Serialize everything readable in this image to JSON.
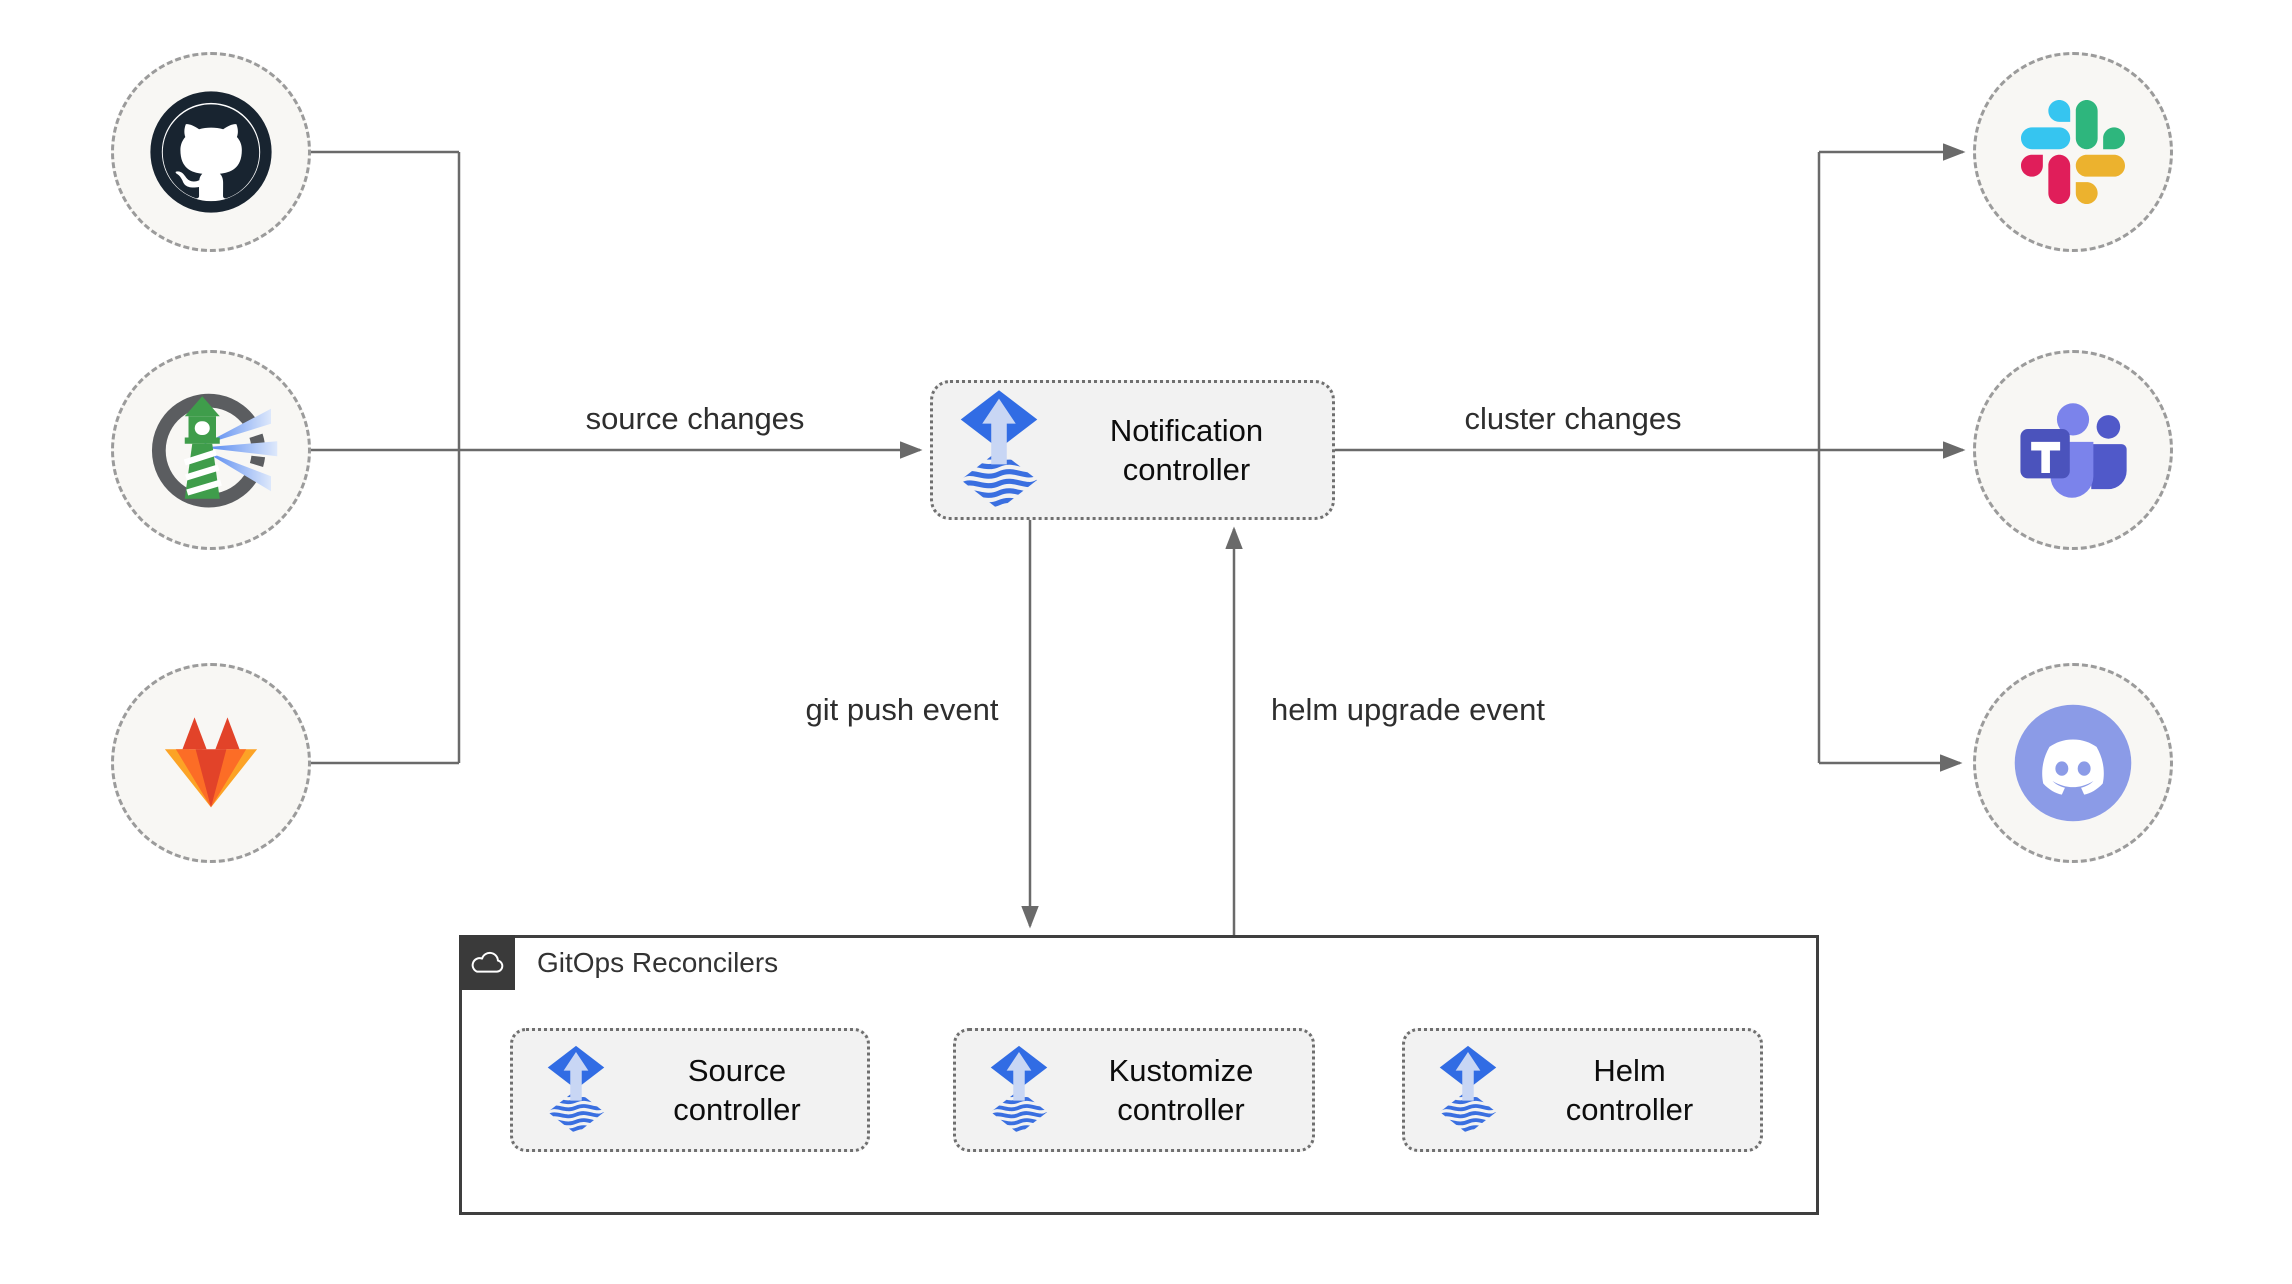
{
  "center_node": {
    "label": "Notification controller",
    "icon": "flux-icon"
  },
  "edge_labels": {
    "source_changes": "source changes",
    "cluster_changes": "cluster changes",
    "git_push_event": "git push event",
    "helm_upgrade_event": "helm upgrade event"
  },
  "reconcilers": {
    "title": "GitOps Reconcilers",
    "title_icon": "cloud-icon",
    "controllers": [
      {
        "label": "Source controller",
        "icon": "flux-icon"
      },
      {
        "label": "Kustomize controller",
        "icon": "flux-icon"
      },
      {
        "label": "Helm controller",
        "icon": "flux-icon"
      }
    ]
  },
  "source_icons": [
    "github-icon",
    "harbor-icon",
    "gitlab-icon"
  ],
  "notifier_icons": [
    "slack-icon",
    "microsoft-teams-icon",
    "discord-icon"
  ],
  "colors": {
    "flux_blue": "#316ce4",
    "flux_arrow_light": "#c8d6f4",
    "line_gray": "#6a6a6a",
    "node_fill": "#f2f2f2",
    "node_border": "#6f6f6f",
    "circle_fill": "#f8f7f4",
    "circle_border": "#9b9b9b",
    "box_border": "#3f3f3f",
    "github_dark": "#182430",
    "harbor_green": "#3f9d4b",
    "gitlab_red": "#e24329",
    "gitlab_orange": "#fc6d26",
    "gitlab_yellow": "#fca326",
    "slack_blue": "#36c5f0",
    "slack_green": "#2eb67d",
    "slack_yellow": "#ecb22e",
    "slack_pink": "#e01e5a",
    "teams_purple": "#5059c9",
    "teams_light_purple": "#7b83eb",
    "teams_square": "#4b53bc",
    "discord_blurple": "#8b9be7"
  }
}
